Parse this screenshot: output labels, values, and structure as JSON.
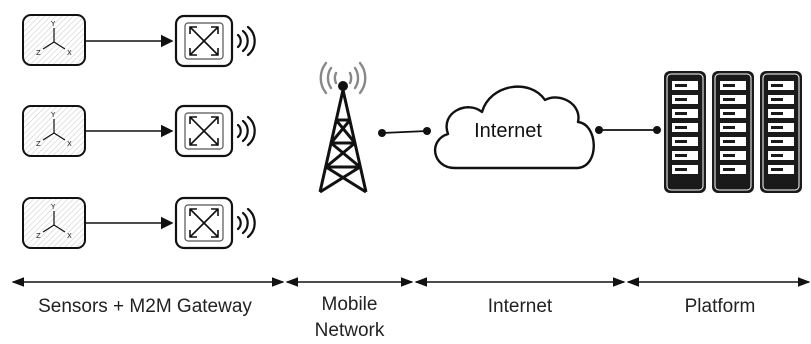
{
  "cloud": {
    "label": "Internet"
  },
  "sensor": {
    "axis_labels": [
      "Y",
      "Z",
      "X"
    ]
  },
  "segments": [
    {
      "label": "Sensors + M2M Gateway"
    },
    {
      "label_line1": "Mobile",
      "label_line2": "Network"
    },
    {
      "label": "Internet"
    },
    {
      "label": "Platform"
    }
  ],
  "colors": {
    "stroke": "#111111",
    "hatch": "#cccccc",
    "server_fill": "#1a1a1a"
  },
  "icons": [
    "sensor-icon",
    "gateway-icon",
    "wireless-signal-icon",
    "cell-tower-icon",
    "cloud-icon",
    "server-rack-icon"
  ]
}
